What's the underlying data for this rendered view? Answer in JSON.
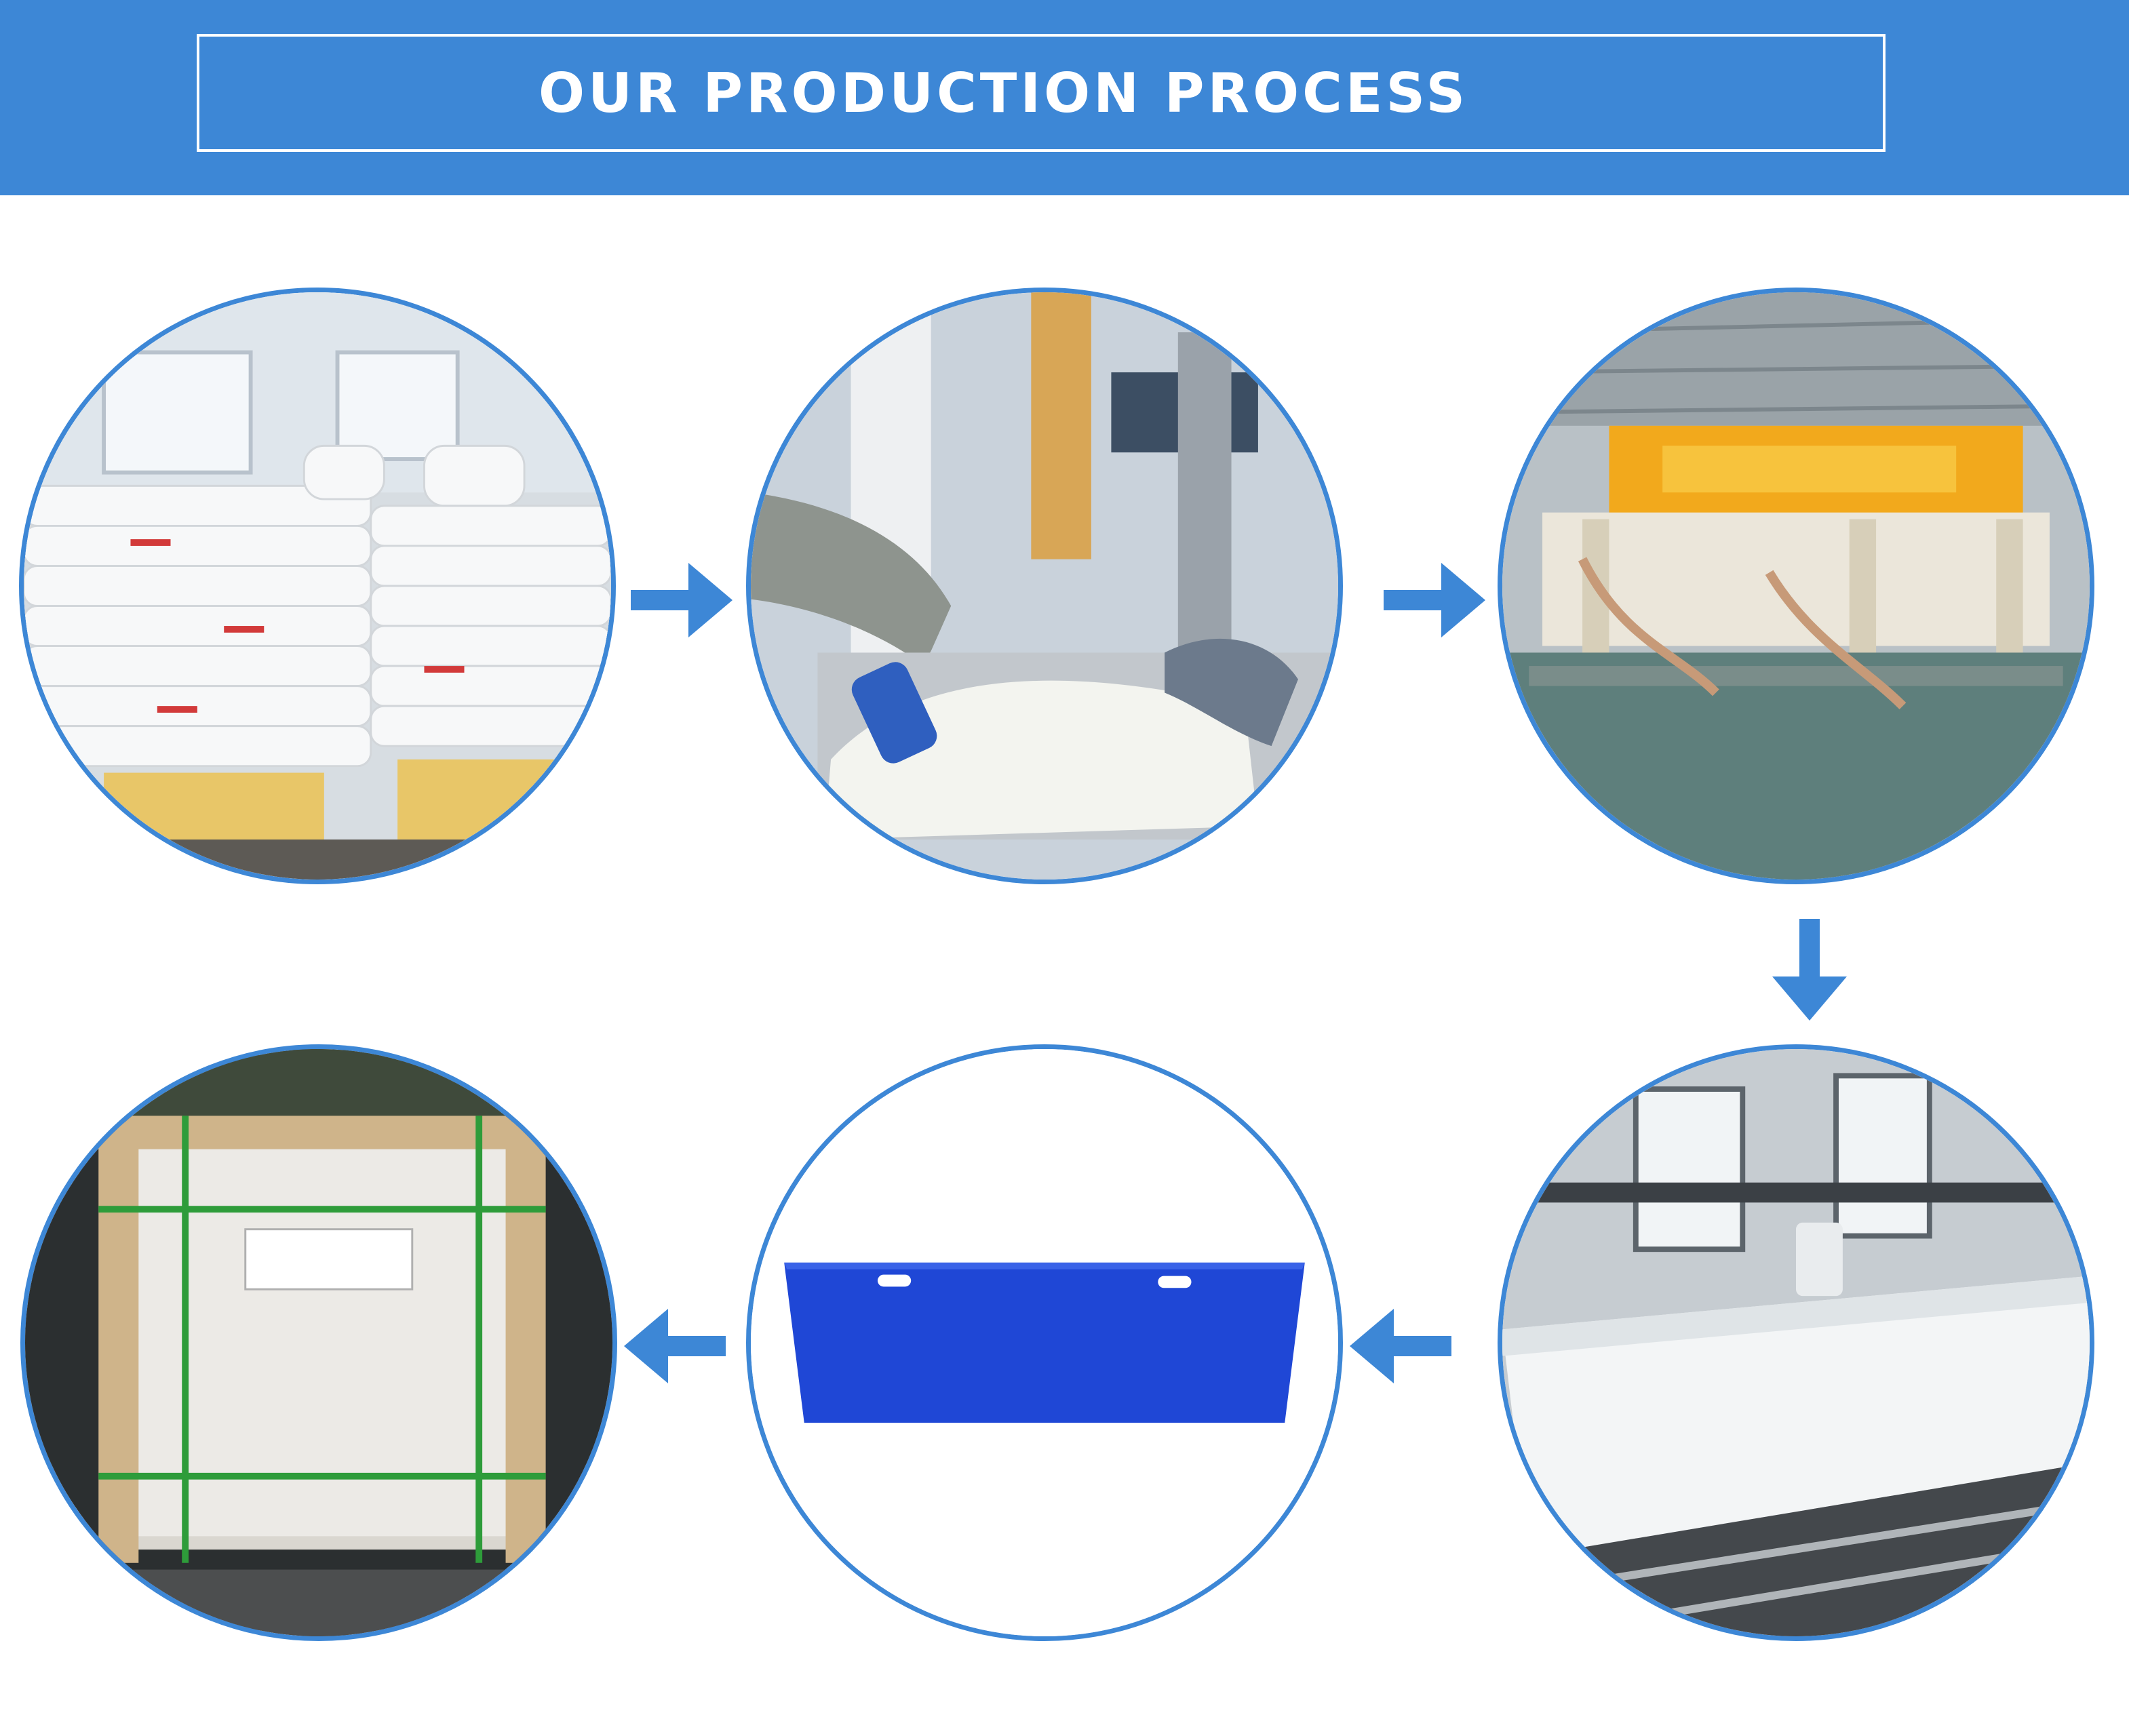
{
  "header": {
    "title": "OUR PRODUCTION PROCESS"
  },
  "colors": {
    "brand_blue": "#3d87d6",
    "product_blue": "#1f47d6"
  },
  "steps": [
    {
      "image": "raw-material-bags-photo"
    },
    {
      "image": "material-feeding-photo"
    },
    {
      "image": "extrusion-machine-photo"
    },
    {
      "image": "sheet-production-line-photo"
    },
    {
      "image": "blue-plastic-board-product-photo"
    },
    {
      "image": "wooden-crate-packing-photo"
    }
  ],
  "arrows": [
    "arrow-right-icon",
    "arrow-right-icon",
    "arrow-down-icon",
    "arrow-left-icon",
    "arrow-left-icon"
  ]
}
